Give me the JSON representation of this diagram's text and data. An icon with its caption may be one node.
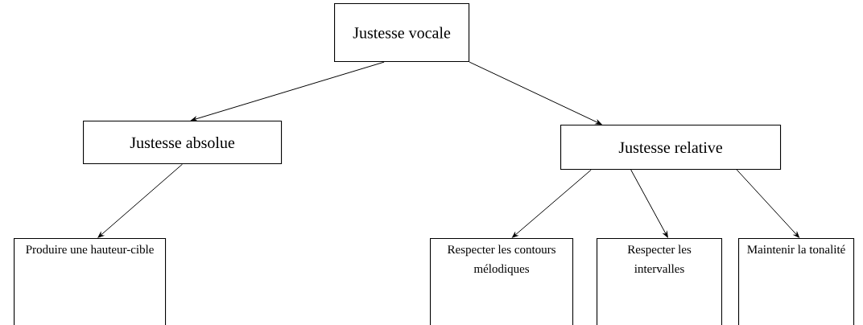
{
  "diagram": {
    "nodes": [
      {
        "text": [
          "Justesse vocale"
        ]
      },
      {
        "text": [
          "Justesse absolue"
        ]
      },
      {
        "text": [
          "Justesse relative"
        ]
      },
      {
        "text": [
          "Produire une hauteur-cible"
        ]
      },
      {
        "text": [
          "Respecter les contours mélodiques"
        ]
      },
      {
        "text": [
          "Respecter les intervalles"
        ]
      },
      {
        "text": [
          "Maintenir la tonalité"
        ]
      }
    ],
    "edges": [
      {
        "from": 0,
        "to": 1,
        "arrow": "to"
      },
      {
        "from": 0,
        "to": 2,
        "arrow": "to"
      },
      {
        "from": 1,
        "to": 3,
        "arrow": "to"
      },
      {
        "from": 2,
        "to": 4,
        "arrow": "to"
      },
      {
        "from": 2,
        "to": 5,
        "arrow": "to"
      },
      {
        "from": 2,
        "to": 6,
        "arrow": "to"
      }
    ]
  }
}
